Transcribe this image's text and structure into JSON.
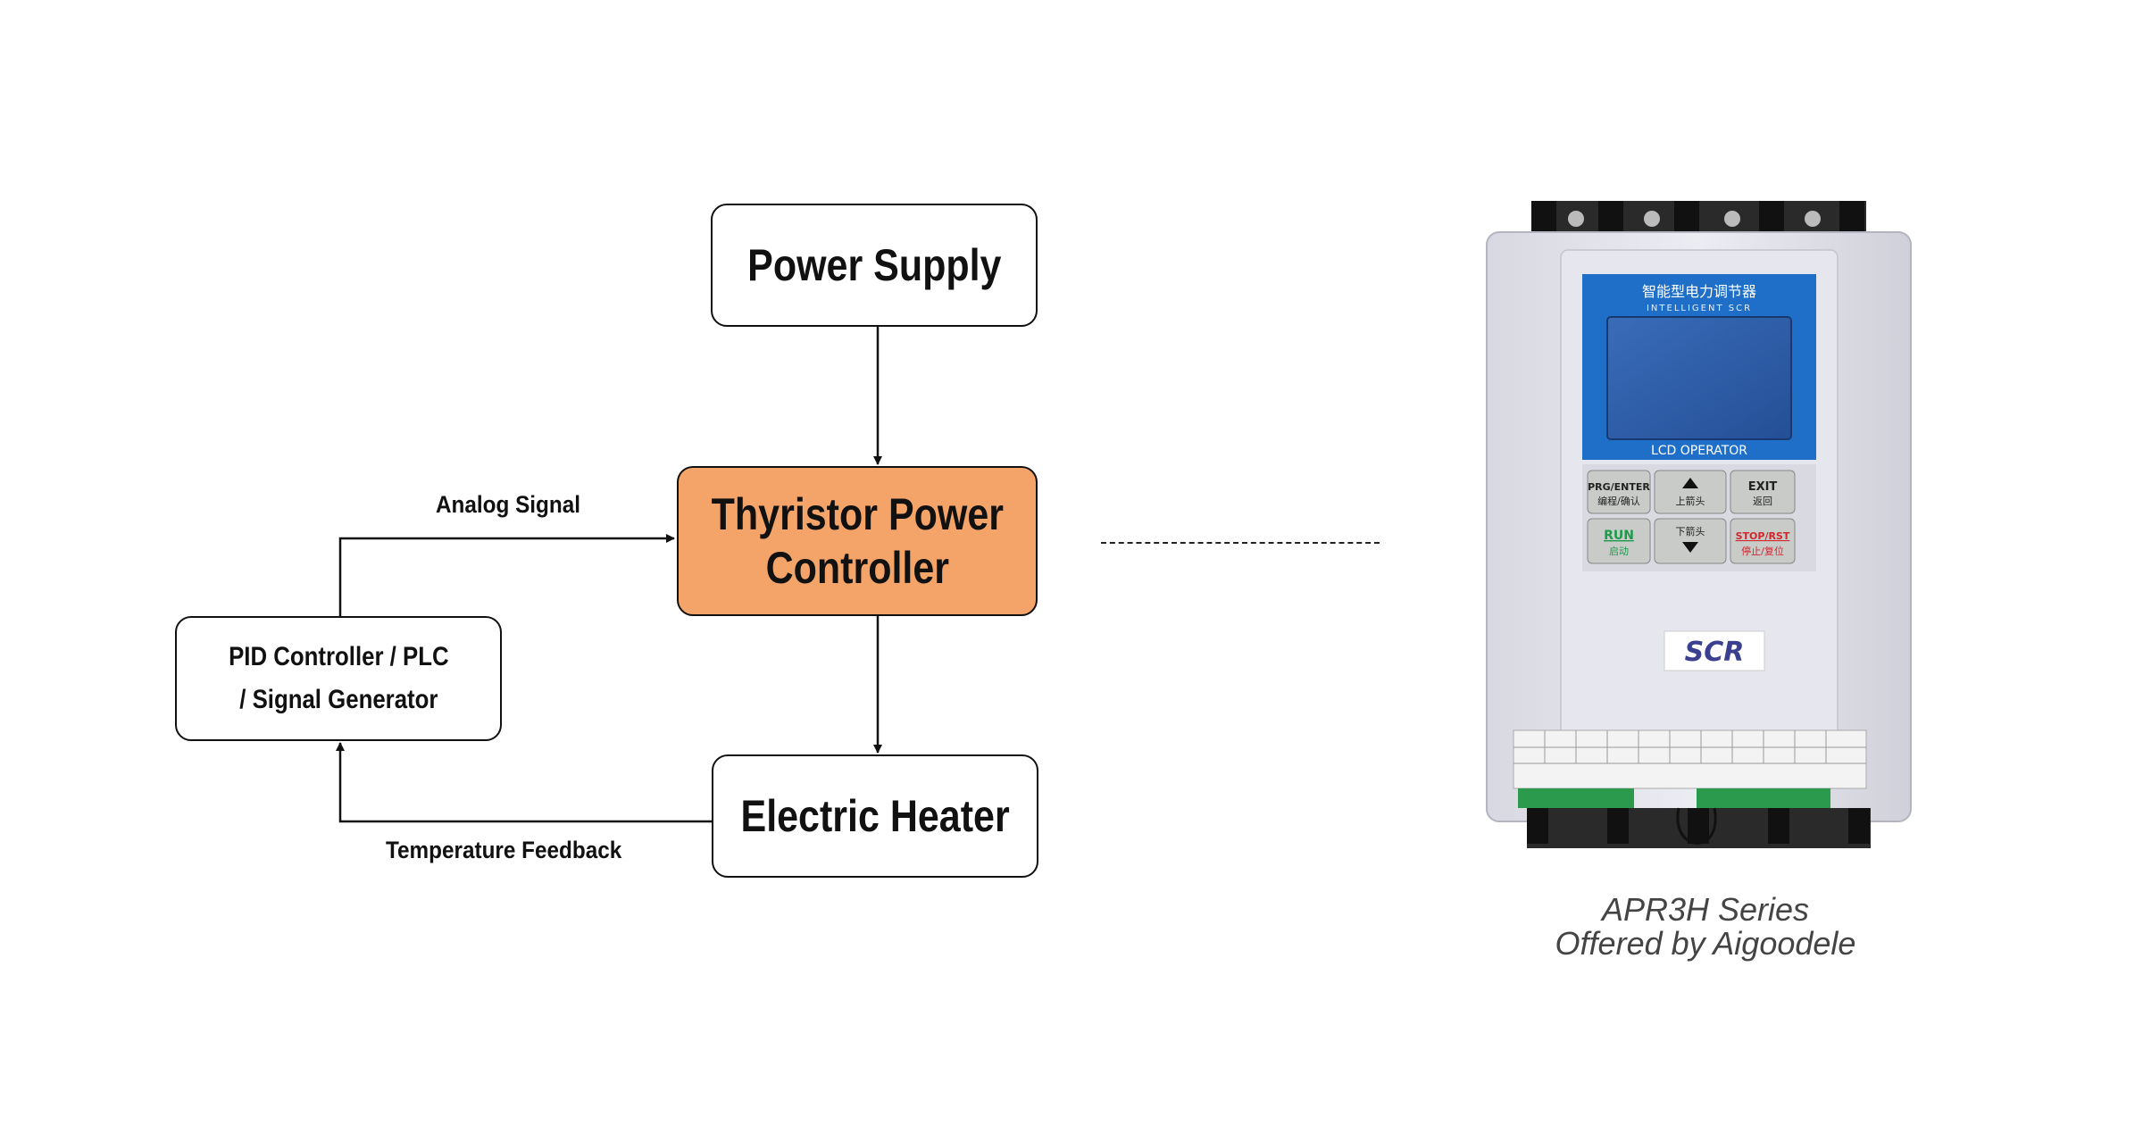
{
  "diagram": {
    "nodes": {
      "power_supply": {
        "label": "Power Supply"
      },
      "thyristor": {
        "label_line1": "Thyristor Power",
        "label_line2": "Controller",
        "color": "#f4a469"
      },
      "pid": {
        "label_line1": "PID Controller / PLC",
        "label_line2": "/ Signal Generator"
      },
      "heater": {
        "label": "Electric Heater"
      }
    },
    "edges": [
      {
        "from": "power_supply",
        "to": "thyristor",
        "label": ""
      },
      {
        "from": "pid",
        "to": "thyristor",
        "label": "Analog Signal"
      },
      {
        "from": "thyristor",
        "to": "heater",
        "label": ""
      },
      {
        "from": "heater",
        "to": "pid",
        "label": "Temperature Feedback"
      }
    ]
  },
  "device": {
    "panel_title_cn": "智能型电力调节器",
    "panel_title_en": "INTELLIGENT SCR",
    "lcd_label": "LCD OPERATOR",
    "keys": {
      "prg_enter": {
        "en": "PRG/ENTER",
        "cn": "编程/确认"
      },
      "up": {
        "cn": "上箭头"
      },
      "exit": {
        "en": "EXIT",
        "cn": "返回"
      },
      "run": {
        "en": "RUN",
        "cn": "启动"
      },
      "down": {
        "cn": "下箭头"
      },
      "stop_rst": {
        "en": "STOP/RST",
        "cn": "停止/复位"
      }
    },
    "badge": "SCR"
  },
  "caption": {
    "line1": "APR3H Series",
    "line2": "Offered by Aigoodele"
  },
  "colors": {
    "accent_orange": "#f4a469",
    "panel_blue": "#1f6fc8",
    "lcd_blue": "#2a5ca8",
    "run_green": "#1e9b4a",
    "stop_red": "#d2262d",
    "badge_navy": "#3a3f8f"
  }
}
